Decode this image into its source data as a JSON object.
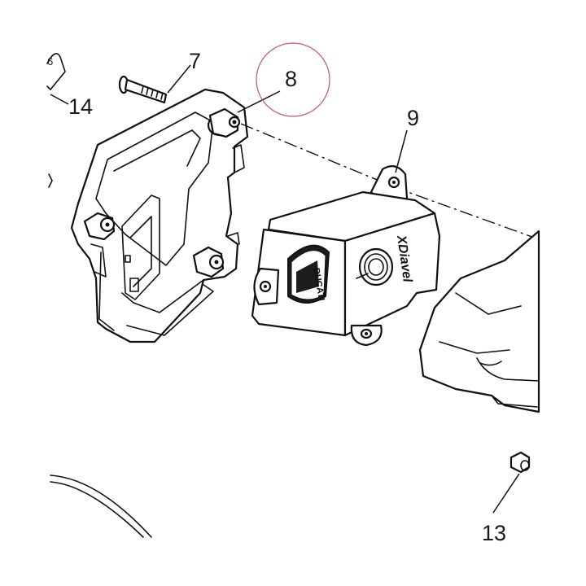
{
  "callouts": {
    "c7": "7",
    "c8": "8",
    "c9": "9",
    "c13": "13",
    "c14": "14",
    "c6": "6"
  },
  "logos": {
    "ducati": "DUCATI",
    "xdiavel": "XDiavel"
  },
  "colors": {
    "line": "#111111",
    "highlight_circle": "#c0566a",
    "background": "#ffffff"
  }
}
